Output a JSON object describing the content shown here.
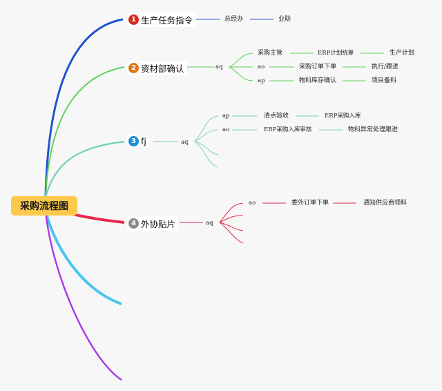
{
  "root": {
    "label": "采购流程图",
    "color": "#fcc94a"
  },
  "branches": [
    {
      "number": "1",
      "label": "生产任务指令",
      "color": "#d32a1f",
      "line": "#1f52d0",
      "path": [
        "总经办",
        "业助"
      ]
    },
    {
      "number": "2",
      "label": "资材部确认",
      "color": "#e37712",
      "line": "#5fd05b",
      "hub": "aq",
      "rows": [
        [
          "",
          "采购主管",
          "ERP计划统筹",
          "生产计划"
        ],
        [
          "ao",
          "采购订单下单",
          "执行/跟进"
        ],
        [
          "ap",
          "物料库存确认",
          "项目备料"
        ]
      ]
    },
    {
      "number": "3",
      "label": "fj",
      "color": "#1c8fd8",
      "line": "#7cd2b6",
      "hub": "aq",
      "rows": [
        [
          "ap",
          "清点验收",
          "ERP采购入库"
        ],
        [
          "ao",
          "ERP采购入库审核",
          "物料异常处理跟进"
        ]
      ]
    },
    {
      "number": "4",
      "label": "外协贴片",
      "color": "#8a8a8a",
      "line": "#e8274a",
      "hub": "aq",
      "rows": [
        [
          "ao",
          "委外订单下单",
          "通知供应商领料"
        ]
      ]
    }
  ],
  "extra_branch_colors": [
    "#48c6f0",
    "#a638e8"
  ]
}
